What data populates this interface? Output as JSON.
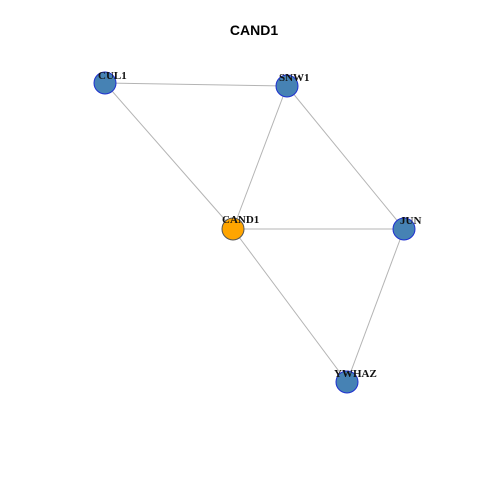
{
  "title": "CAND1",
  "colors": {
    "center": "#FFA500",
    "neighbor": "#4682B4",
    "center_border": "#555555",
    "neighbor_border": "#1E2FD0",
    "edge": "#B4B4B4"
  },
  "nodes": [
    {
      "id": "CUL1",
      "label": "CUL1",
      "role": "neighbor"
    },
    {
      "id": "SNW1",
      "label": "SNW1",
      "role": "neighbor"
    },
    {
      "id": "CAND1",
      "label": "CAND1",
      "role": "center"
    },
    {
      "id": "JUN",
      "label": "JUN",
      "role": "neighbor"
    },
    {
      "id": "YWHAZ",
      "label": "YWHAZ",
      "role": "neighbor"
    }
  ],
  "edges": [
    {
      "source": "CUL1",
      "target": "SNW1"
    },
    {
      "source": "CUL1",
      "target": "CAND1"
    },
    {
      "source": "SNW1",
      "target": "CAND1"
    },
    {
      "source": "SNW1",
      "target": "JUN"
    },
    {
      "source": "CAND1",
      "target": "JUN"
    },
    {
      "source": "CAND1",
      "target": "YWHAZ"
    },
    {
      "source": "JUN",
      "target": "YWHAZ"
    }
  ]
}
